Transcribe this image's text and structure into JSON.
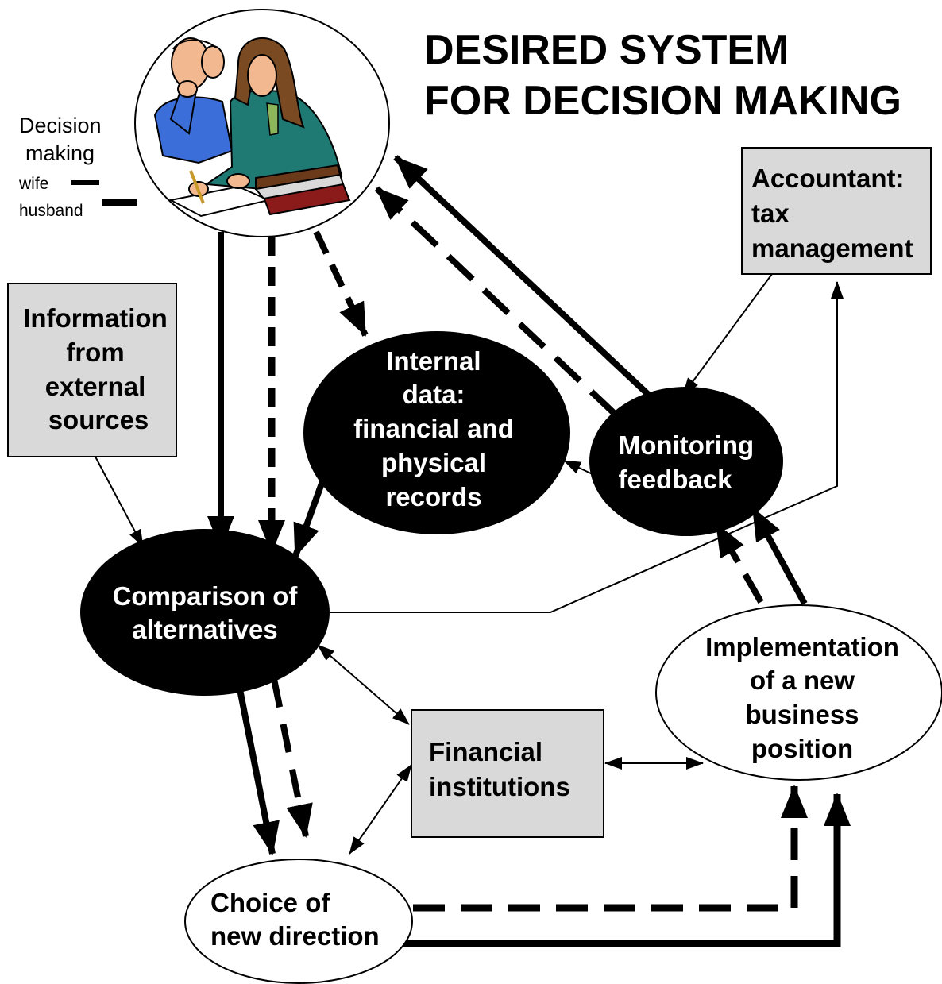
{
  "title": {
    "line1": "DESIRED SYSTEM",
    "line2": "FOR DECISION MAKING"
  },
  "legend": {
    "heading_line1": "Decision",
    "heading_line2": "making",
    "wife": "wife",
    "husband": "husband"
  },
  "nodes": {
    "accountant": {
      "line1": "Accountant:",
      "line2": "tax",
      "line3": "management"
    },
    "external_info": {
      "line1": "Information",
      "line2": "from",
      "line3": "external",
      "line4": "sources"
    },
    "internal_data": {
      "line1": "Internal",
      "line2": "data:",
      "line3": "financial and",
      "line4": "physical",
      "line5": "records"
    },
    "monitoring": {
      "line1": "Monitoring",
      "line2": "feedback"
    },
    "comparison": {
      "line1": "Comparison of",
      "line2": "alternatives"
    },
    "implementation": {
      "line1": "Implementation",
      "line2": "of a new",
      "line3": "business",
      "line4": "position"
    },
    "financial_institutions": {
      "line1": "Financial",
      "line2": "institutions"
    },
    "choice": {
      "line1": "Choice of",
      "line2": "new direction"
    }
  },
  "colors": {
    "dark_node": "#000000",
    "box_fill": "#d9d9d9",
    "skin": "#f2b890",
    "husband_shirt": "#3b6ed8",
    "wife_jacket": "#1f7a74",
    "hair": "#7a4a22",
    "book_red": "#8b1a1a",
    "book_brown": "#6b3a1a"
  },
  "icons": {
    "couple_clipart": "decision-makers-illustration"
  }
}
